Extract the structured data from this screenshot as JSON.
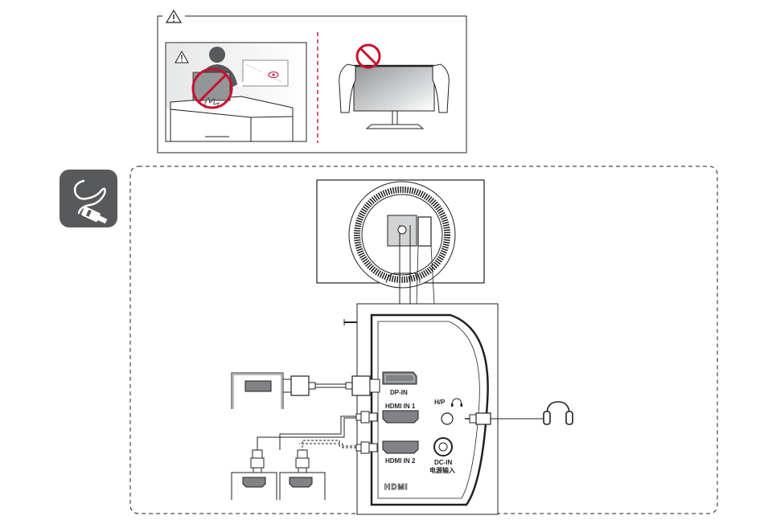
{
  "caution_box": {
    "warning_symbol": "⚠",
    "icons": [
      "warning-triangle-icon",
      "prohibited-icon"
    ]
  },
  "connection_panel": {
    "icon": "cable-plug-icon",
    "ports": {
      "dp": "DP-IN",
      "hdmi1": "HDMI IN 1",
      "hdmi2": "HDMI IN 2",
      "headphone": "H/P",
      "dc_in": "DC-IN",
      "dc_in_cn": "电源输入",
      "logo": "HDMI"
    }
  },
  "colors": {
    "prohibit": "#c8102e",
    "divider": "#c8102e",
    "line": "#231f20",
    "port_fill": "#808285",
    "icon_bg": "#58595b"
  }
}
